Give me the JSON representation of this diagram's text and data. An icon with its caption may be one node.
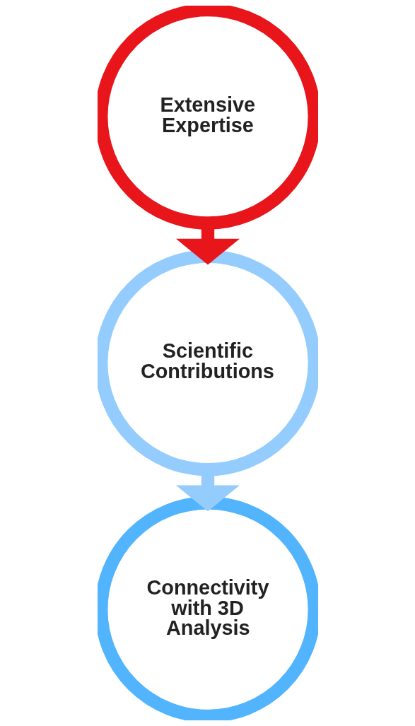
{
  "diagram": {
    "nodes": [
      {
        "text": [
          "Extensive Expertise"
        ]
      },
      {
        "text": [
          "Scientific Contributions"
        ]
      },
      {
        "text": [
          "Connectivity with 3D Analysis"
        ]
      }
    ],
    "edges": [
      {
        "from": 0,
        "to": 1,
        "arrow": "to",
        "color": "#e8151b"
      },
      {
        "from": 1,
        "to": 2,
        "arrow": "to",
        "color": "#94cdfd"
      }
    ]
  }
}
